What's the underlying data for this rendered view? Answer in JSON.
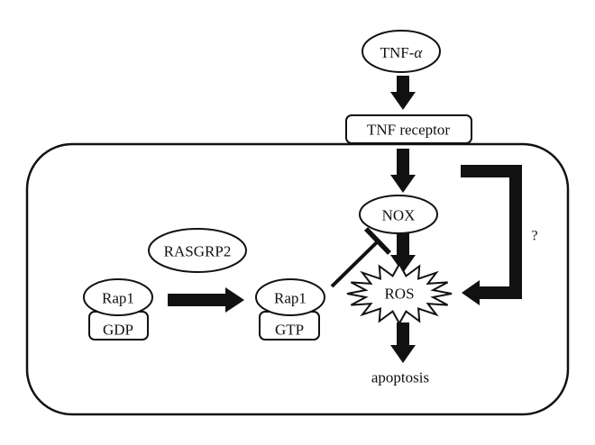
{
  "diagram": {
    "nodes": {
      "tnf_alpha_prefix": "TNF-",
      "tnf_alpha_symbol": "α",
      "tnf_receptor": "TNF receptor",
      "nox": "NOX",
      "rasgrp2": "RASGRP2",
      "rap1_gdp": "Rap1",
      "gdp": "GDP",
      "rap1_gtp": "Rap1",
      "gtp": "GTP",
      "ros": "ROS",
      "apoptosis": "apoptosis"
    },
    "edges": [
      {
        "from": "TNF-α",
        "to": "TNF receptor",
        "type": "activates"
      },
      {
        "from": "TNF receptor",
        "to": "NOX",
        "type": "activates"
      },
      {
        "from": "NOX",
        "to": "ROS",
        "type": "activates"
      },
      {
        "from": "TNF receptor",
        "to": "ROS",
        "type": "activates",
        "label": "?"
      },
      {
        "from": "Rap1 (GDP)",
        "to": "Rap1 (GTP)",
        "type": "converts"
      },
      {
        "from": "Rap1 (GTP)",
        "to": "NOX",
        "type": "inhibits"
      },
      {
        "from": "ROS",
        "to": "apoptosis",
        "type": "activates"
      }
    ],
    "unknown_path_label": "?"
  }
}
